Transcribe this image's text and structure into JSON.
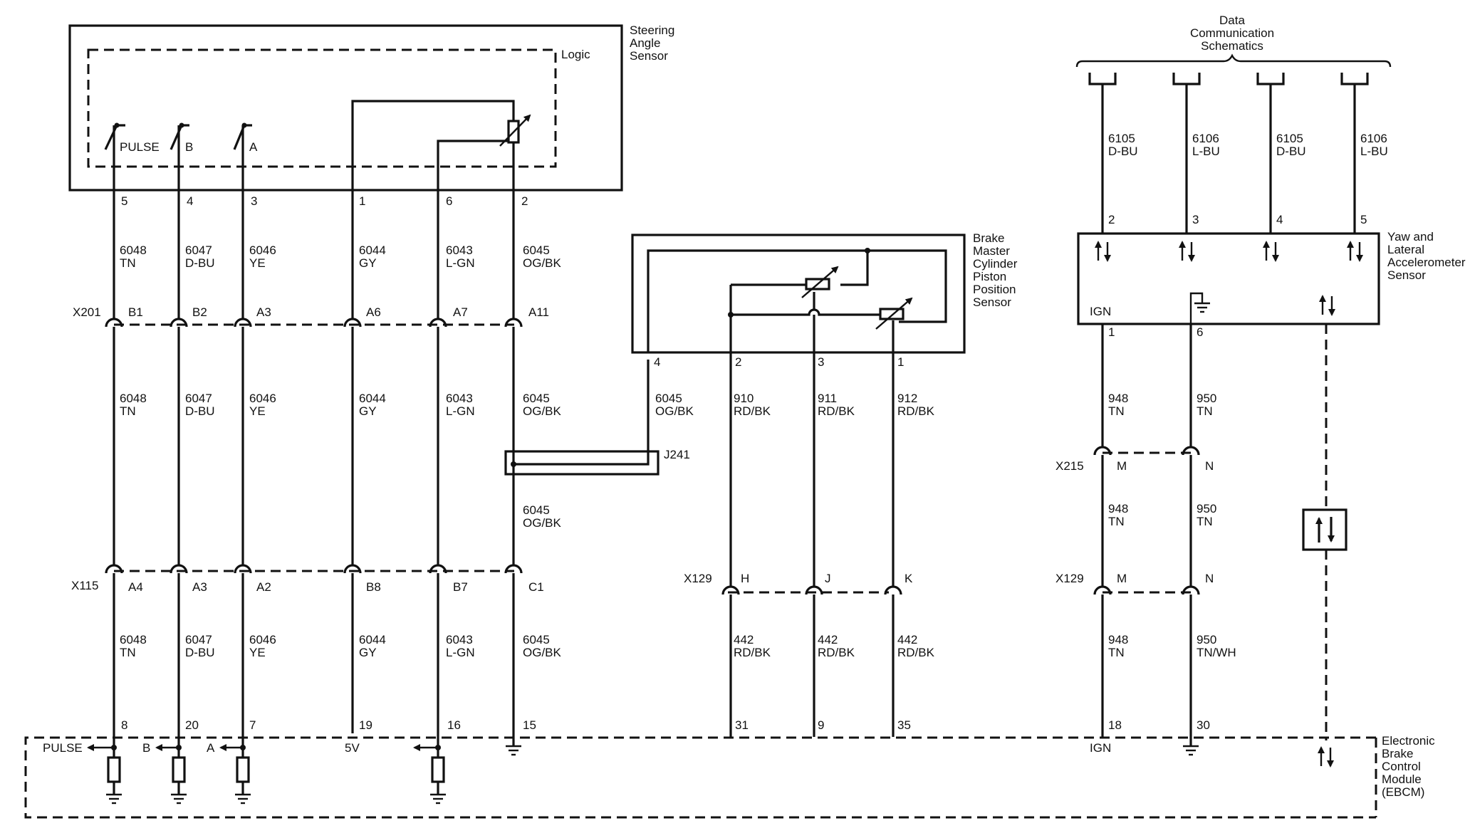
{
  "diagram": {
    "components": {
      "steering_angle_sensor": [
        "Steering",
        "Angle",
        "Sensor"
      ],
      "logic": "Logic",
      "brake_sensor": [
        "Brake",
        "Master",
        "Cylinder",
        "Piston",
        "Position",
        "Sensor"
      ],
      "yaw_sensor": [
        "Yaw and",
        "Lateral",
        "Accelerometer",
        "Sensor"
      ],
      "data_comm": [
        "Data",
        "Communication",
        "Schematics"
      ],
      "ebcm": [
        "Electronic",
        "Brake",
        "Control",
        "Module",
        "(EBCM)"
      ],
      "j241": "J241"
    },
    "connectors": {
      "x201": "X201",
      "x115": "X115",
      "x215": "X215",
      "x129_brake": "X129",
      "x129_yaw": "X129"
    },
    "sas_columns": [
      {
        "switch_label": "PULSE",
        "sas_pin": "5",
        "wire": [
          "6048",
          "TN"
        ],
        "x201_pin": "B1",
        "x115_pin": "A4",
        "ebcm_pin": "8",
        "ebcm_label": "PULSE"
      },
      {
        "switch_label": "B",
        "sas_pin": "4",
        "wire": [
          "6047",
          "D-BU"
        ],
        "x201_pin": "B2",
        "x115_pin": "A3",
        "ebcm_pin": "20",
        "ebcm_label": "B"
      },
      {
        "switch_label": "A",
        "sas_pin": "3",
        "wire": [
          "6046",
          "YE"
        ],
        "x201_pin": "A3",
        "x115_pin": "A2",
        "ebcm_pin": "7",
        "ebcm_label": "A"
      },
      {
        "switch_label": "",
        "sas_pin": "1",
        "wire": [
          "6044",
          "GY"
        ],
        "x201_pin": "A6",
        "x115_pin": "B8",
        "ebcm_pin": "19",
        "ebcm_label": "5V"
      },
      {
        "switch_label": "",
        "sas_pin": "6",
        "wire": [
          "6043",
          "L-GN"
        ],
        "x201_pin": "A7",
        "x115_pin": "B7",
        "ebcm_pin": "16",
        "ebcm_label": ""
      },
      {
        "switch_label": "",
        "sas_pin": "2",
        "wire": [
          "6045",
          "OG/BK"
        ],
        "x201_pin": "A11",
        "x115_pin": "C1",
        "ebcm_pin": "15",
        "ebcm_label": ""
      }
    ],
    "brake_columns": [
      {
        "pin": "4",
        "wire": [
          "6045",
          "OG/BK"
        ]
      },
      {
        "pin": "2",
        "wire": [
          "910",
          "RD/BK"
        ],
        "x129_pin": "H",
        "wire2": [
          "442",
          "RD/BK"
        ],
        "ebcm_pin": "31"
      },
      {
        "pin": "3",
        "wire": [
          "911",
          "RD/BK"
        ],
        "x129_pin": "J",
        "wire2": [
          "442",
          "RD/BK"
        ],
        "ebcm_pin": "9"
      },
      {
        "pin": "1",
        "wire": [
          "912",
          "RD/BK"
        ],
        "x129_pin": "K",
        "wire2": [
          "442",
          "RD/BK"
        ],
        "ebcm_pin": "35"
      }
    ],
    "j241_wire": [
      "6045",
      "OG/BK"
    ],
    "data_columns": [
      {
        "wire": [
          "6105",
          "D-BU"
        ],
        "yaw_pin": "2"
      },
      {
        "wire": [
          "6106",
          "L-BU"
        ],
        "yaw_pin": "3"
      },
      {
        "wire": [
          "6105",
          "D-BU"
        ],
        "yaw_pin": "4"
      },
      {
        "wire": [
          "6106",
          "L-BU"
        ],
        "yaw_pin": "5"
      }
    ],
    "yaw_columns": [
      {
        "pin": "1",
        "label": "IGN",
        "wire1": [
          "948",
          "TN"
        ],
        "x215_pin": "M",
        "wire2": [
          "948",
          "TN"
        ],
        "x129_pin": "M",
        "wire3": [
          "948",
          "TN"
        ],
        "ebcm_pin": "18",
        "ebcm_label": "IGN"
      },
      {
        "pin": "6",
        "label": "",
        "wire1": [
          "950",
          "TN"
        ],
        "x215_pin": "N",
        "wire2": [
          "950",
          "TN"
        ],
        "x129_pin": "N",
        "wire3": [
          "950",
          "TN/WH"
        ],
        "ebcm_pin": "30",
        "ebcm_label": ""
      }
    ]
  }
}
